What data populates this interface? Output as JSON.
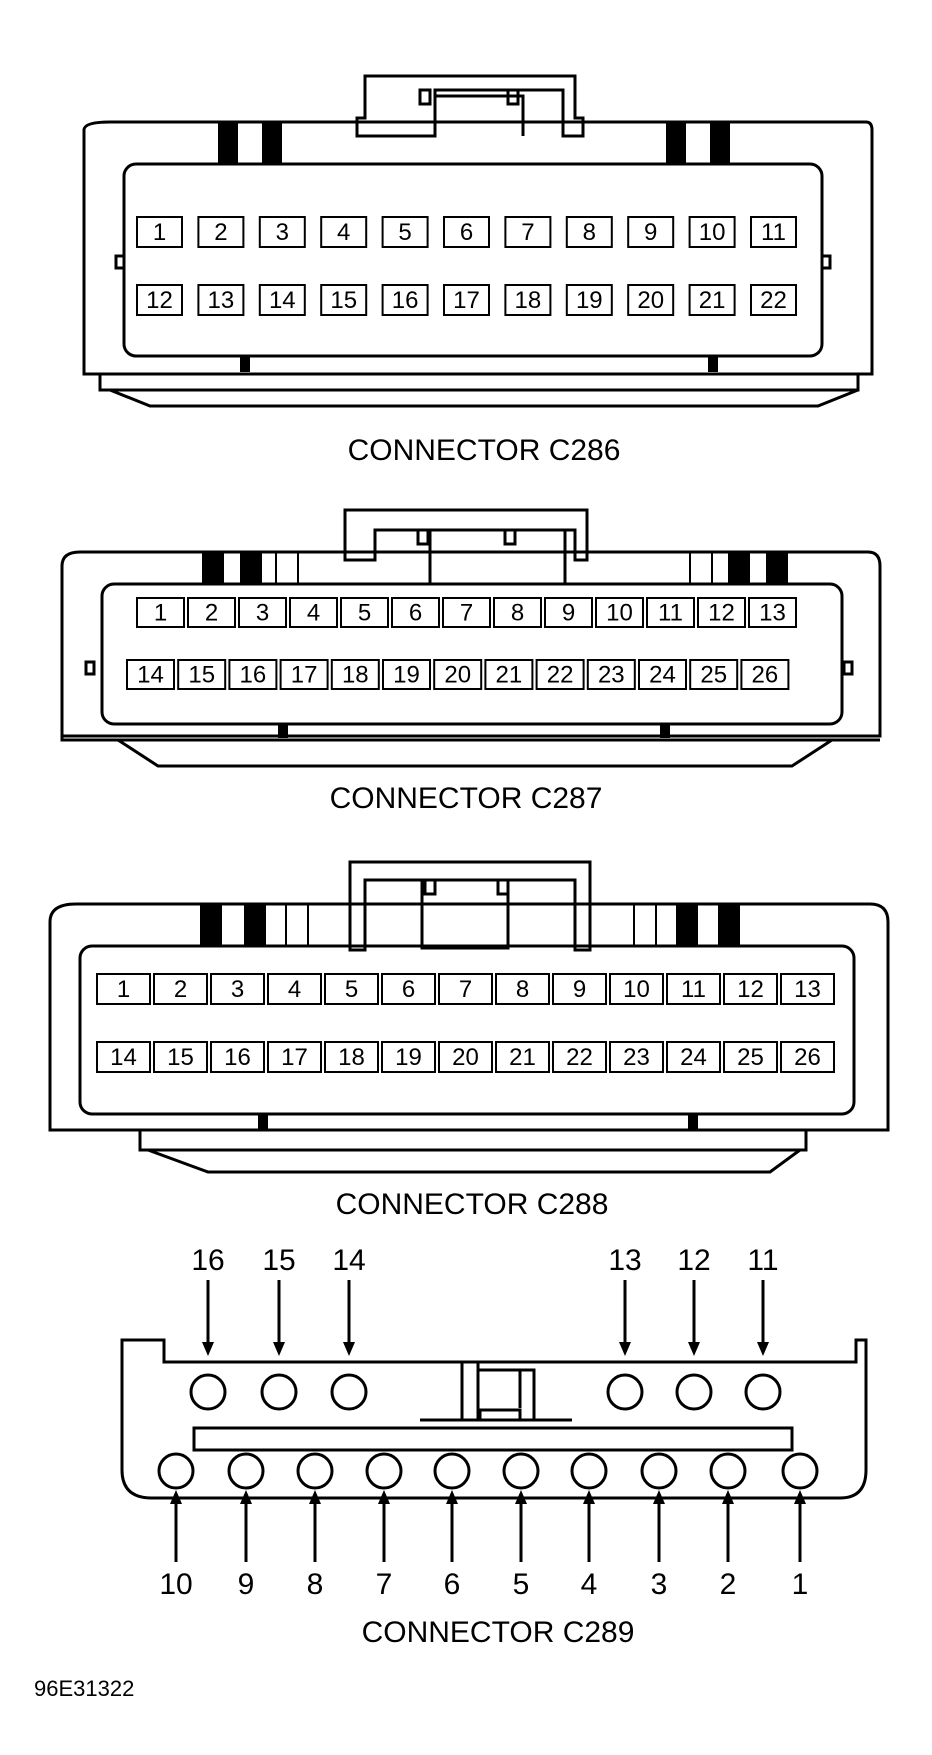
{
  "connectors": [
    {
      "id": "c286",
      "caption": "CONNECTOR C286",
      "rows": [
        [
          "1",
          "2",
          "3",
          "4",
          "5",
          "6",
          "7",
          "8",
          "9",
          "10",
          "11"
        ],
        [
          "12",
          "13",
          "14",
          "15",
          "16",
          "17",
          "18",
          "19",
          "20",
          "21",
          "22"
        ]
      ]
    },
    {
      "id": "c287",
      "caption": "CONNECTOR C287",
      "rows": [
        [
          "1",
          "2",
          "3",
          "4",
          "5",
          "6",
          "7",
          "8",
          "9",
          "10",
          "11",
          "12",
          "13"
        ],
        [
          "14",
          "15",
          "16",
          "17",
          "18",
          "19",
          "20",
          "21",
          "22",
          "23",
          "24",
          "25",
          "26"
        ]
      ]
    },
    {
      "id": "c288",
      "caption": "CONNECTOR C288",
      "rows": [
        [
          "1",
          "2",
          "3",
          "4",
          "5",
          "6",
          "7",
          "8",
          "9",
          "10",
          "11",
          "12",
          "13"
        ],
        [
          "14",
          "15",
          "16",
          "17",
          "18",
          "19",
          "20",
          "21",
          "22",
          "23",
          "24",
          "25",
          "26"
        ]
      ]
    },
    {
      "id": "c289",
      "caption": "CONNECTOR C289",
      "top_pins": [
        "16",
        "15",
        "14",
        "13",
        "12",
        "11"
      ],
      "bottom_pins": [
        "10",
        "9",
        "8",
        "7",
        "6",
        "5",
        "4",
        "3",
        "2",
        "1"
      ]
    }
  ],
  "figure_id": "96E31322"
}
